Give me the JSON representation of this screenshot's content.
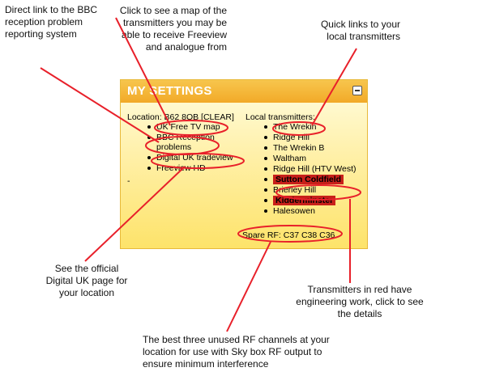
{
  "callouts": {
    "bbc": "Direct link to the BBC reception problem reporting system",
    "map": "Click to see a map of the transmitters you may be able to receive Freeview and analogue from",
    "quick": "Quick links to your local transmitters",
    "dtuk": "See the official Digital UK page for your location",
    "red": "Transmitters in red have engineering work, click to see the details",
    "spare": "The best three unused RF channels at your location for use with Sky box RF output to ensure minimum interference"
  },
  "panel": {
    "title": "MY SETTINGS",
    "location_label": "Location: B62 8QB [CLEAR]",
    "left_links": [
      "UK Free TV map",
      "BBC Reception problems",
      "Digital UK tradeview",
      "Freeview HD"
    ],
    "dash": "-",
    "local_label": "Local transmitters:",
    "transmitters": [
      {
        "name": "The Wrekin",
        "alert": false
      },
      {
        "name": "Ridge Hill",
        "alert": false
      },
      {
        "name": "The Wrekin B",
        "alert": false
      },
      {
        "name": "Waltham",
        "alert": false
      },
      {
        "name": "Ridge Hill (HTV West)",
        "alert": false
      },
      {
        "name": "Sutton Coldfield",
        "alert": true
      },
      {
        "name": "Brierley Hill",
        "alert": false
      },
      {
        "name": "Kidderminster",
        "alert": true
      },
      {
        "name": "Halesowen",
        "alert": false
      }
    ],
    "spare_rf": "Spare RF: C37 C38 C36"
  },
  "colors": {
    "header": "#f2a928",
    "alert": "#c8201a",
    "annotation": "#e8202a"
  }
}
